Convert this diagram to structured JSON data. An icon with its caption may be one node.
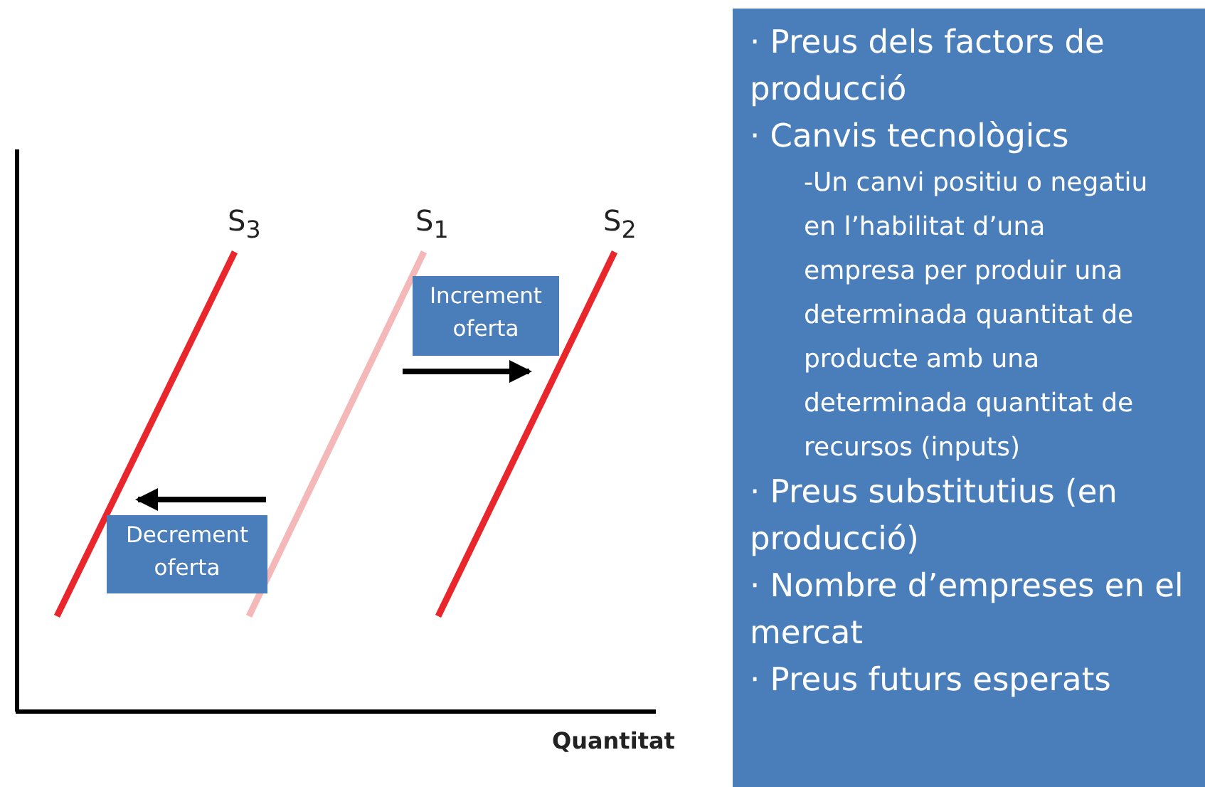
{
  "diagram": {
    "nodes": [
      {
        "text": [
          "Increment oferta"
        ]
      },
      {
        "text": [
          "Decrement oferta"
        ]
      },
      {
        "text": [
          "· Preus dels factors de producció",
          "· Canvis tecnològics",
          "-Un canvi positiu o negatiu en l’habilitat d’una empresa per produir una determinada quantitat de producte amb una determinada quantitat de recursos (inputs)",
          "· Preus substitutius (en producció)",
          "· Nombre d’empreses en el mercat",
          "· Preus futurs esperats"
        ]
      }
    ],
    "edges": [],
    "labels": [
      "S$_{3}$",
      "S$_{1}$",
      "S$_{2}$",
      "Quantitat"
    ]
  }
}
